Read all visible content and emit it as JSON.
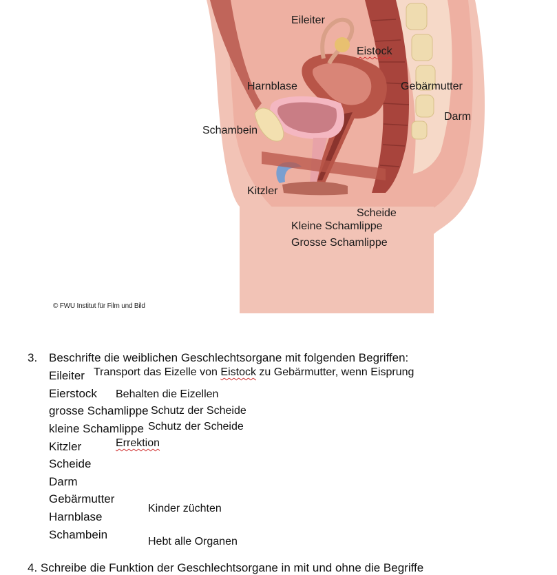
{
  "figure": {
    "labels": {
      "eileiter": "Eileiter",
      "eistock": "Eistock",
      "harnblase": "Harnblase",
      "gebaermutter": "Gebärmutter",
      "darm": "Darm",
      "schambein": "Schambein",
      "kitzler": "Kitzler",
      "scheide": "Scheide",
      "kleine_schamlippe": "Kleine Schamlippe",
      "grosse_schamlippe": "Grosse Schamlippe"
    },
    "credit": "© FWU Institut für Film und Bild"
  },
  "task": {
    "number": "3.",
    "instruction": "Beschrifte die weiblichen Geschlechtsorgane mit folgenden Begriffen:",
    "terms": [
      "Eileiter",
      "Eierstock",
      "grosse Schamlippe",
      "kleine Schamlippe",
      "Kitzler",
      "Scheide",
      "Darm",
      "Gebärmutter",
      "Harnblase",
      "Schambein"
    ],
    "explanations": {
      "eileiter_pre": "Transport das Eizelle von ",
      "eileiter_word": "Eistock",
      "eileiter_post": " zu Gebärmutter, wenn Eisprung",
      "eierstock": "Behalten die Eizellen",
      "grosse_schamlippe": "Schutz der Scheide",
      "kleine_schamlippe": "Schutz der Scheide",
      "kitzler": "Errektion",
      "gebaermutter": "Kinder züchten",
      "schambein": "Hebt alle Organen"
    }
  },
  "next_task_partial": "4.    Schreibe die Funktion der Geschlechtsorgane in mit und ohne die Begriffe"
}
